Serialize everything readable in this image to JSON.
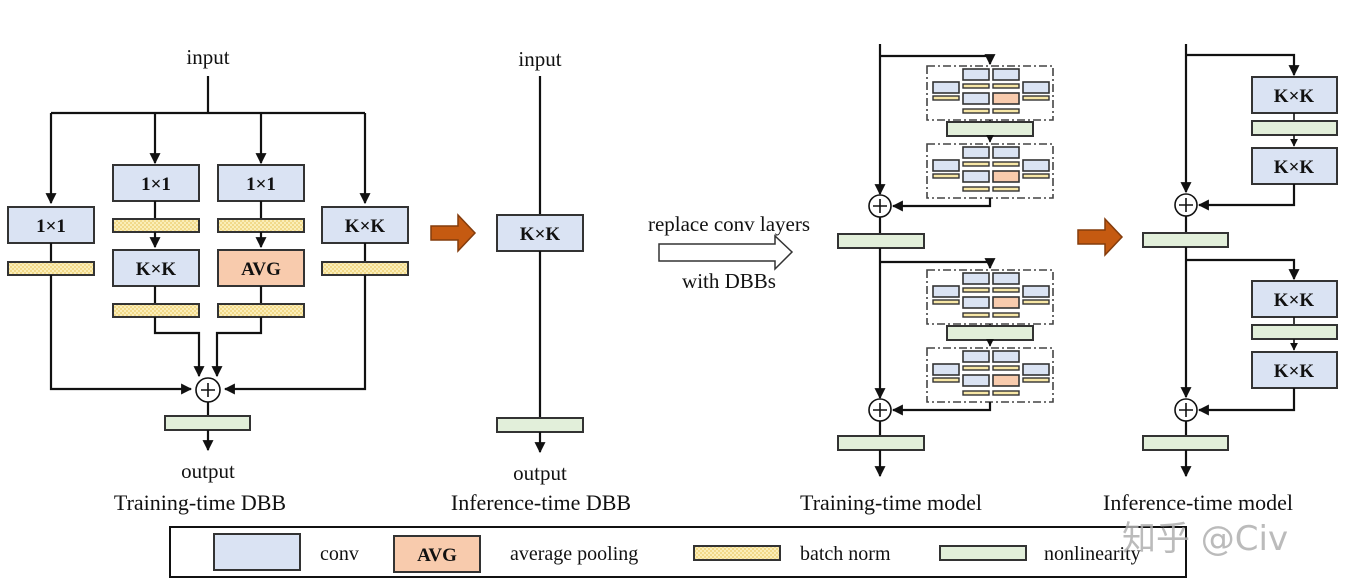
{
  "colors": {
    "conv": "#dae3f3",
    "avg_pool": "#f8cbad",
    "batch_norm": "#f7e7a6",
    "nonlinearity": "#e2efda",
    "transform_arrow": "#c55a11",
    "line": "#111111"
  },
  "training_dbb": {
    "input_label": "input",
    "output_label": "output",
    "caption": "Training-time DBB",
    "branches": [
      {
        "ops": [
          "1×1"
        ]
      },
      {
        "ops": [
          "1×1",
          "K×K"
        ]
      },
      {
        "ops": [
          "1×1",
          "AVG"
        ]
      },
      {
        "ops": [
          "K×K"
        ]
      }
    ],
    "sum_symbol": "+"
  },
  "inference_dbb": {
    "input_label": "input",
    "output_label": "output",
    "caption": "Inference-time DBB",
    "conv_label": "K×K"
  },
  "replace_arrow": {
    "line1": "replace conv layers",
    "line2": "with DBBs"
  },
  "training_model": {
    "caption": "Training-time model"
  },
  "inference_model": {
    "caption": "Inference-time model",
    "block1": {
      "conv1": "K×K",
      "conv2": "K×K"
    },
    "block2": {
      "conv1": "K×K",
      "conv2": "K×K"
    },
    "sum_symbol": "+"
  },
  "legend": {
    "conv": "conv",
    "avg_box": "AVG",
    "avg": "average pooling",
    "bn": "batch norm",
    "nl": "nonlinearity"
  },
  "watermark": "知乎 @Civ"
}
